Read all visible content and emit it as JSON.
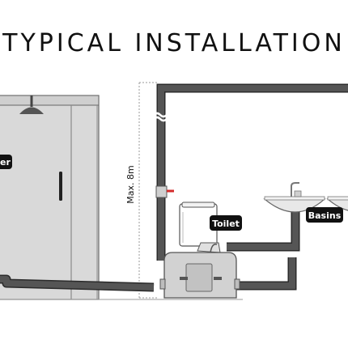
{
  "title": "TYPICAL INSTALLATION",
  "labels": {
    "shower_partial": "er",
    "toilet": "Toilet",
    "basins": "Basins",
    "max_height": "Max. 8m"
  },
  "colors": {
    "pipe": "#4a4a4a",
    "pipe_outline": "#2b2b2b",
    "cabin": "#d9d9d9",
    "cabin_dark": "#c4c4c4",
    "label_bg": "#111111",
    "label_text": "#ffffff",
    "valve_red": "#d42b2b"
  }
}
